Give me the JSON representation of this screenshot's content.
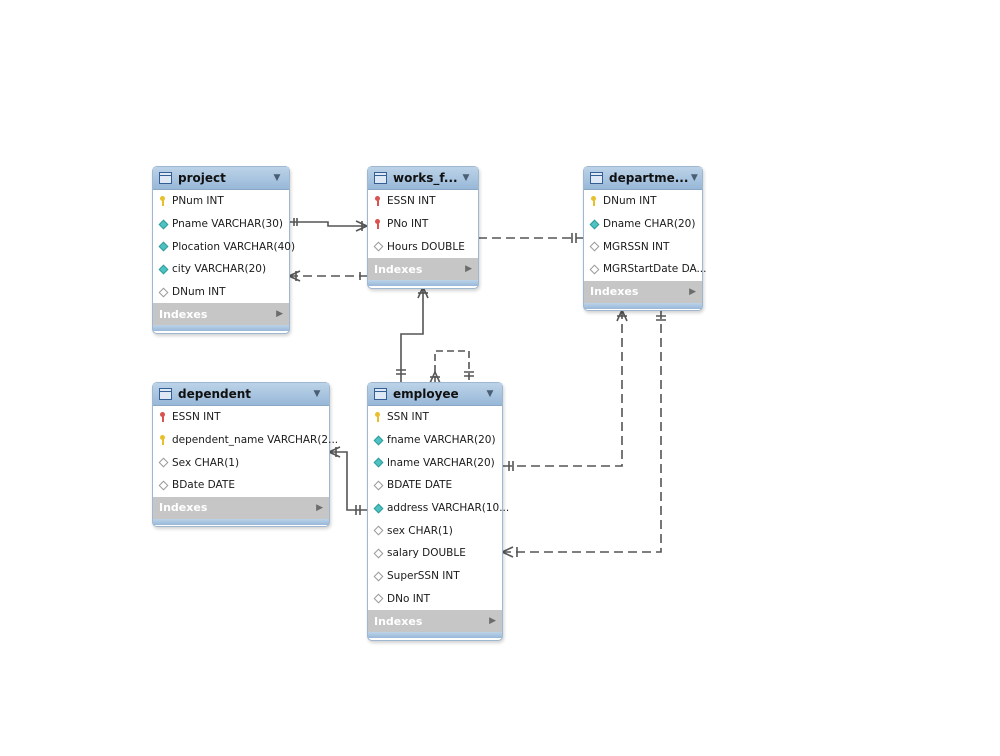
{
  "tables": {
    "project": {
      "name": "project",
      "columns": [
        {
          "text": "PNum INT",
          "icon": "primary-key-icon"
        },
        {
          "text": "Pname VARCHAR(30)",
          "icon": "not-null-column-icon"
        },
        {
          "text": "Plocation VARCHAR(40)",
          "icon": "not-null-column-icon"
        },
        {
          "text": "city VARCHAR(20)",
          "icon": "not-null-column-icon"
        },
        {
          "text": "DNum INT",
          "icon": "nullable-column-icon"
        }
      ],
      "indexes_label": "Indexes"
    },
    "works_for": {
      "name": "works_f...",
      "columns": [
        {
          "text": "ESSN INT",
          "icon": "foreign-key-icon"
        },
        {
          "text": "PNo INT",
          "icon": "foreign-key-icon"
        },
        {
          "text": "Hours DOUBLE",
          "icon": "nullable-column-icon"
        }
      ],
      "indexes_label": "Indexes"
    },
    "department": {
      "name": "departme...",
      "columns": [
        {
          "text": "DNum INT",
          "icon": "primary-key-icon"
        },
        {
          "text": "Dname CHAR(20)",
          "icon": "not-null-column-icon"
        },
        {
          "text": "MGRSSN INT",
          "icon": "nullable-column-icon"
        },
        {
          "text": "MGRStartDate DA...",
          "icon": "nullable-column-icon"
        }
      ],
      "indexes_label": "Indexes"
    },
    "dependent": {
      "name": "dependent",
      "columns": [
        {
          "text": "ESSN INT",
          "icon": "foreign-key-icon"
        },
        {
          "text": "dependent_name VARCHAR(2...",
          "icon": "primary-key-icon"
        },
        {
          "text": "Sex CHAR(1)",
          "icon": "nullable-column-icon"
        },
        {
          "text": "BDate DATE",
          "icon": "nullable-column-icon"
        }
      ],
      "indexes_label": "Indexes"
    },
    "employee": {
      "name": "employee",
      "columns": [
        {
          "text": "SSN INT",
          "icon": "primary-key-icon"
        },
        {
          "text": "fname VARCHAR(20)",
          "icon": "not-null-column-icon"
        },
        {
          "text": "lname VARCHAR(20)",
          "icon": "not-null-column-icon"
        },
        {
          "text": "BDATE DATE",
          "icon": "nullable-column-icon"
        },
        {
          "text": "address VARCHAR(10...",
          "icon": "not-null-column-icon"
        },
        {
          "text": "sex CHAR(1)",
          "icon": "nullable-column-icon"
        },
        {
          "text": "salary DOUBLE",
          "icon": "nullable-column-icon"
        },
        {
          "text": "SuperSSN INT",
          "icon": "nullable-column-icon"
        },
        {
          "text": "DNo INT",
          "icon": "nullable-column-icon"
        }
      ],
      "indexes_label": "Indexes"
    }
  },
  "colors": {
    "header_blue": "#98b8d8",
    "indexes_gray": "#c6c6c6",
    "line": "#555555"
  }
}
